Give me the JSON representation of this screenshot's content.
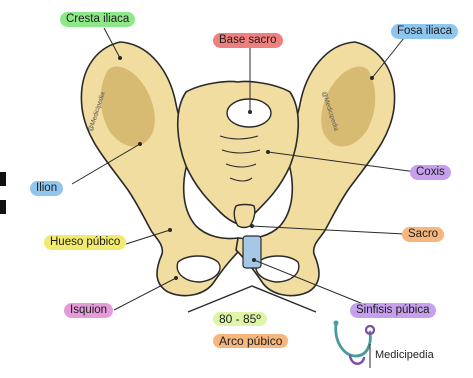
{
  "labels": {
    "cresta_iliaca": "Cresta iliaca",
    "base_sacro": "Base sacro",
    "fosa_iliaca": "Fosa iliaca",
    "ilion": "Ilion",
    "coxis": "Coxis",
    "hueso_pubico": "Hueso púbico",
    "sacro": "Sacro",
    "isquion": "Isquion",
    "sinfisis_pubica": "Sinfisis púbica"
  },
  "angle": {
    "value": "80 - 85º",
    "caption": "Arco púbico"
  },
  "watermarks": {
    "left": "@Medicipedia",
    "right": "@Medicipedia"
  },
  "brand": {
    "name": "Medicipedia"
  },
  "colors": {
    "bone": "#f1dd9f",
    "bone_shade": "#d4b56a",
    "outline": "#2a2a2a",
    "symphysis": "#a7c7e7",
    "green": "#8de889",
    "red": "#ef8080",
    "blue": "#8fc6ee",
    "purple": "#c6a0ec",
    "yellow": "#f2ea6c",
    "orange": "#f5b77d",
    "pink": "#e59bd9",
    "brand_teal": "#4a9b9b",
    "brand_purple": "#7a4ea0"
  }
}
